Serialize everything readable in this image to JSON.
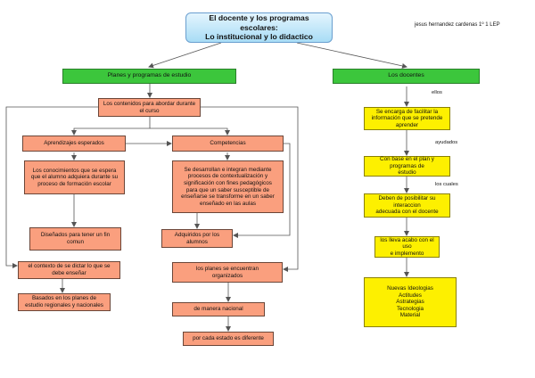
{
  "title": "El docente y los programas escolares:\nLo institucional y lo didactico",
  "author": "jesus hernandez cardenas 1º 1 LEP",
  "nodes": {
    "planes": "Planes y programas de estudio",
    "docentes": "Los docentes",
    "contenidos": "Los contenidos para abordar durante\nel curso",
    "aprendizajes": "Aprendizajes esperados",
    "competencias": "Competencias",
    "conocimientos": "Los conocimientos que se espera\nque el alumno adquiera durante su\nproceso de formación escolar",
    "desarrollan": "Se desarrollan e integran mediante\nprocesos de contextualización y\nsignificación con fines pedagógicos\npara que un saber susceptible de\nenseñarse se transforme en un saber\nenseñado en las aulas",
    "disenados": "Diseñados para tener un fin\ncomun",
    "adquiridos": "Adquiridos por los\nalumnos",
    "contexto": "el contexto de se dictar lo que se\ndebe enseñar",
    "basados": "Basados en los planes de\nestudio regionales y nacionales",
    "planes_encuentran": "los planes se encuentran\norganizados",
    "nacional": "de manera nacional",
    "estado": "por cada estado es diferente",
    "facilitar": "Se encarga de facilitar la\ninformación que se pretende\naprender",
    "con_base": "Con base en el plan y programas de\nestudio",
    "posibilitar": "Deben de posibilitar su interaccion\nadecuada con el docente",
    "lleva": "los lleva acabo con el uso\ne implemento",
    "nuevas": "Nuevas Ideologias\nActitudes\nAstrategias\nTecnologia\nMaterial"
  },
  "links": {
    "ellos": "ellos",
    "ayudados": "ayudados",
    "los_cuales": "los cuales"
  },
  "colors": {
    "green": "#3cc63c",
    "salmon": "#fa9f7e",
    "yellow": "#fdf000",
    "title_top": "#e4f5fe",
    "title_bottom": "#a8dcf5",
    "line": "#555555"
  }
}
